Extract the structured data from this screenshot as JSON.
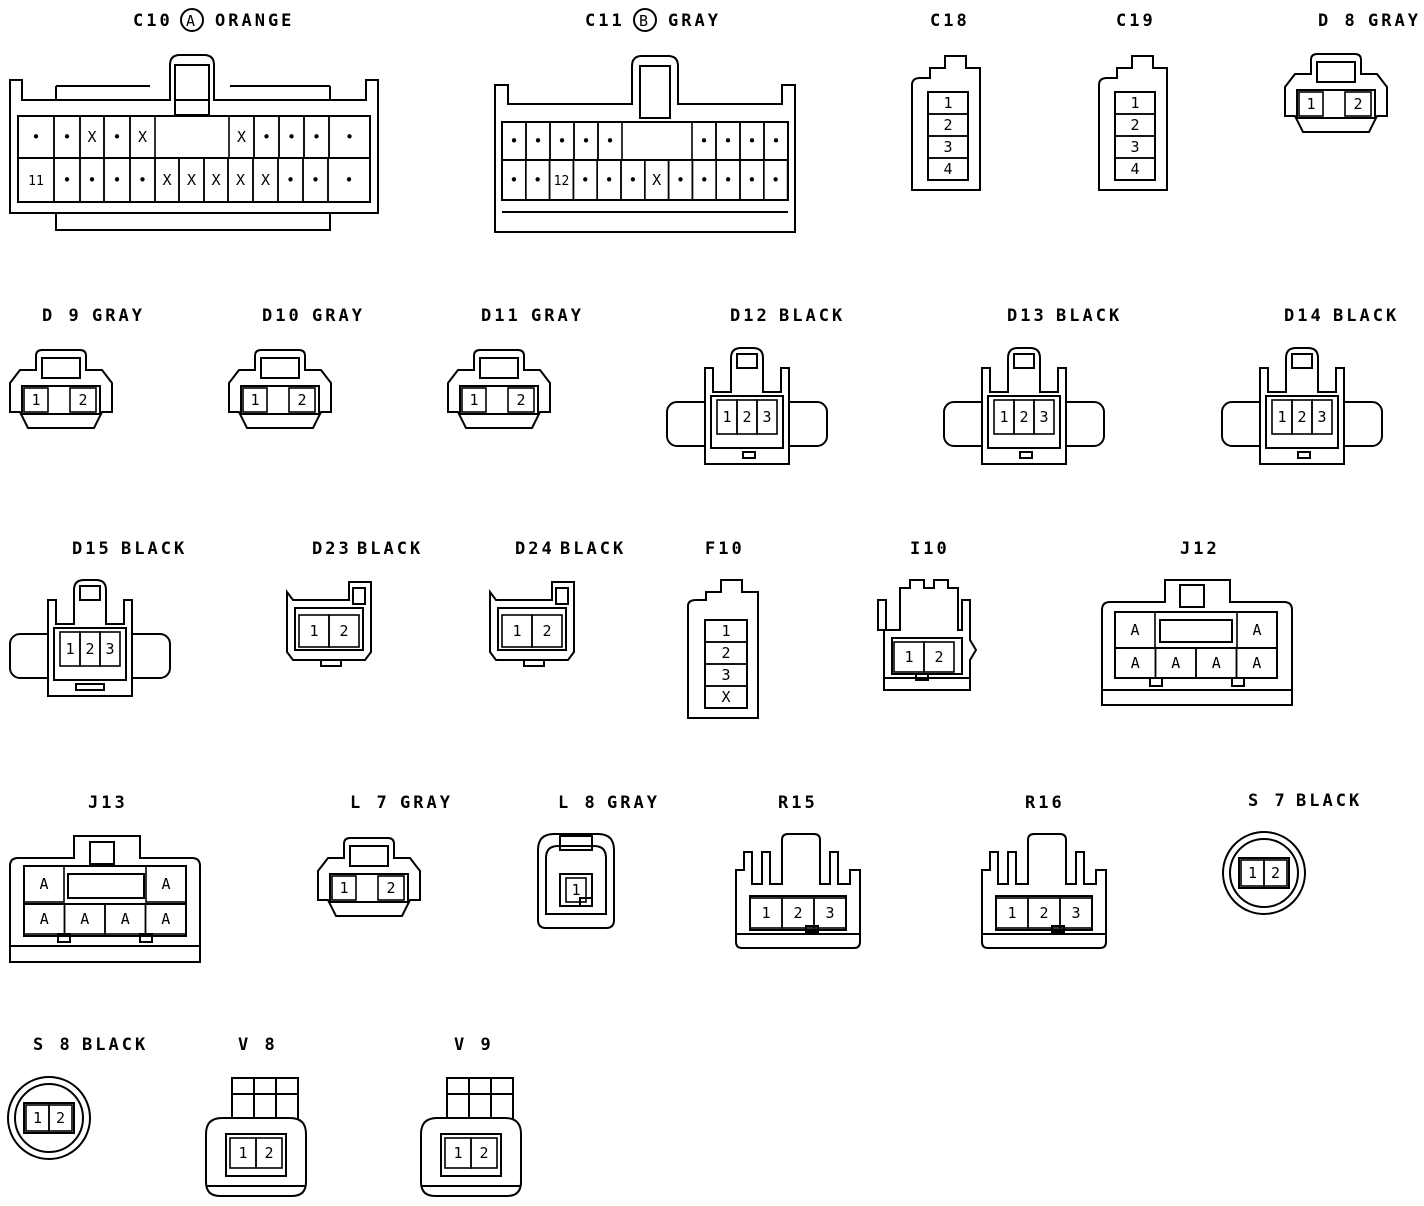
{
  "connectors": {
    "c10": {
      "label": "C10",
      "badge": "A",
      "color": "ORANGE",
      "row1": [
        "•",
        "•",
        "X",
        "•",
        "X",
        "",
        "",
        "X",
        "•",
        "•",
        "•",
        "•"
      ],
      "row2": [
        "11",
        "•",
        "•",
        "•",
        "•",
        "X",
        "X",
        "X",
        "X",
        "X",
        "•",
        "•",
        "•"
      ]
    },
    "c11": {
      "label": "C11",
      "badge": "B",
      "color": "GRAY",
      "row1": [
        "•",
        "•",
        "•",
        "•",
        "•",
        "",
        "",
        "•",
        "•",
        "•",
        "•"
      ],
      "row2": [
        "•",
        "•",
        "12",
        "•",
        "•",
        "•",
        "X",
        "•",
        "•",
        "•",
        "•",
        "•"
      ]
    },
    "c18": {
      "label": "C18",
      "pins": [
        "1",
        "2",
        "3",
        "4"
      ]
    },
    "c19": {
      "label": "C19",
      "pins": [
        "1",
        "2",
        "3",
        "4"
      ]
    },
    "d8": {
      "label": "D 8",
      "color": "GRAY",
      "pins": [
        "1",
        "2"
      ]
    },
    "d9": {
      "label": "D 9",
      "color": "GRAY",
      "pins": [
        "1",
        "2"
      ]
    },
    "d10": {
      "label": "D10",
      "color": "GRAY",
      "pins": [
        "1",
        "2"
      ]
    },
    "d11": {
      "label": "D11",
      "color": "GRAY",
      "pins": [
        "1",
        "2"
      ]
    },
    "d12": {
      "label": "D12",
      "color": "BLACK",
      "pins": [
        "1",
        "2",
        "3"
      ]
    },
    "d13": {
      "label": "D13",
      "color": "BLACK",
      "pins": [
        "1",
        "2",
        "3"
      ]
    },
    "d14": {
      "label": "D14",
      "color": "BLACK",
      "pins": [
        "1",
        "2",
        "3"
      ]
    },
    "d15": {
      "label": "D15",
      "color": "BLACK",
      "pins": [
        "1",
        "2",
        "3"
      ]
    },
    "d23": {
      "label": "D23",
      "color": "BLACK",
      "pins": [
        "1",
        "2"
      ]
    },
    "d24": {
      "label": "D24",
      "color": "BLACK",
      "pins": [
        "1",
        "2"
      ]
    },
    "f10": {
      "label": "F10",
      "pins": [
        "1",
        "2",
        "3",
        "X"
      ]
    },
    "i10": {
      "label": "I10",
      "pins": [
        "1",
        "2"
      ]
    },
    "j12": {
      "label": "J12",
      "top": [
        "A",
        "A"
      ],
      "bottom": [
        "A",
        "A",
        "A",
        "A"
      ]
    },
    "j13": {
      "label": "J13",
      "top": [
        "A",
        "A"
      ],
      "bottom": [
        "A",
        "A",
        "A",
        "A"
      ]
    },
    "l7": {
      "label": "L 7",
      "color": "GRAY",
      "pins": [
        "1",
        "2"
      ]
    },
    "l8": {
      "label": "L 8",
      "color": "GRAY",
      "pins": [
        "1"
      ]
    },
    "r15": {
      "label": "R15",
      "pins": [
        "1",
        "2",
        "3"
      ]
    },
    "r16": {
      "label": "R16",
      "pins": [
        "1",
        "2",
        "3"
      ]
    },
    "s7": {
      "label": "S 7",
      "color": "BLACK",
      "pins": [
        "1",
        "2"
      ]
    },
    "s8": {
      "label": "S 8",
      "color": "BLACK",
      "pins": [
        "1",
        "2"
      ]
    },
    "v8": {
      "label": "V 8",
      "pins": [
        "1",
        "2"
      ]
    },
    "v9": {
      "label": "V 9",
      "pins": [
        "1",
        "2"
      ]
    }
  }
}
